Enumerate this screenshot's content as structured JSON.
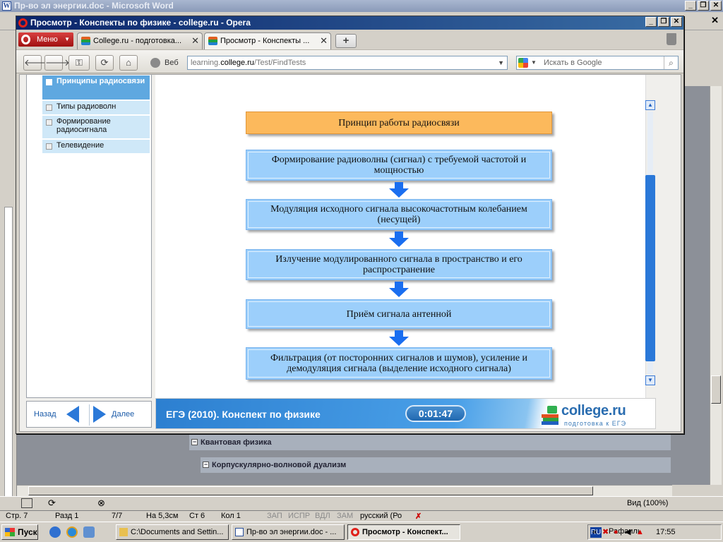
{
  "word": {
    "title": "Пр-во эл энергии.doc - Microsoft Word",
    "doc_tree": [
      {
        "label": "Квантовая физика"
      },
      {
        "label": "Корпускулярно-волновой дуализм"
      }
    ],
    "zoom": "Вид (100%)",
    "status": {
      "page": "Стр. 7",
      "section": "Разд 1",
      "pages": "7/7",
      "at": "На 5,3см",
      "line": "Ст 6",
      "col": "Кол 1",
      "rec": "ЗАП",
      "trk": "ИСПР",
      "ext": "ВДЛ",
      "ovr": "ЗАМ",
      "lang": "русский (Ро"
    }
  },
  "browser": {
    "title": "Просмотр - Конспекты по физике - college.ru - Opera",
    "menu_label": "Меню",
    "tabs": [
      {
        "label": "College.ru - подготовка..."
      },
      {
        "label": "Просмотр - Конспекты ..."
      }
    ],
    "web_label": "Веб",
    "url_prefix": "learning.",
    "url_domain": "college.ru",
    "url_path": "/Test/FindTests",
    "search_placeholder": "Искать в Google"
  },
  "sidebar": {
    "items": [
      {
        "label": "Принципы радиосвязи"
      },
      {
        "label": "Типы радиоволн"
      },
      {
        "label": "Формирование радиосигнала"
      },
      {
        "label": "Телевидение"
      }
    ],
    "back_label": "Назад",
    "next_label": "Далее"
  },
  "diagram": {
    "header": "Принцип работы радиосвязи",
    "steps": [
      "Формирование радиоволны (сигнал) с требуемой частотой и мощностью",
      "Модуляция исходного сигнала высокочастотным колебанием (несущей)",
      "Излучение модулированного сигнала в пространство и его распространение",
      "Приём сигнала антенной",
      "Фильтрация (от посторонних сигналов и шумов), усиление и демодуляция сигнала (выделение исходного сигнала)"
    ]
  },
  "footer": {
    "title": "ЕГЭ (2010). Конспект по физике",
    "timer": "0:01:47",
    "brand": "college.ru",
    "tagline": "подготовка к ЕГЭ"
  },
  "taskbar": {
    "start": "Пуск",
    "tasks": [
      {
        "label": "C:\\Documents and Settin..."
      },
      {
        "label": "Пр-во эл энергии.doc - ..."
      },
      {
        "label": "Просмотр - Конспект..."
      }
    ],
    "lang": "RU",
    "user": "Рафаиль",
    "clock": "17:55"
  },
  "colors": {
    "accent": "#1a6ef0",
    "flow_box": "#9ccffb",
    "flow_header": "#fcb95c",
    "opera_title": "#0a246a"
  }
}
